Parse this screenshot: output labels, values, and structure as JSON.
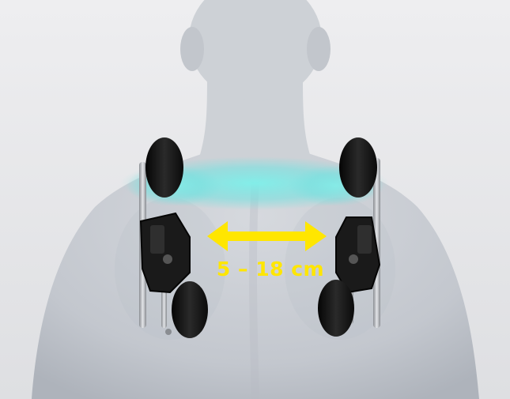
{
  "image": {
    "subject": "back-view-torso-with-shoulder-massage-rollers",
    "colors": {
      "background": "#e9e9eb",
      "skin": "#c9cdd3",
      "roller": "#161616",
      "glow": "#6fe2e0",
      "accent": "#ffe600"
    }
  },
  "annotation": {
    "range_label": "5 – 18 cm",
    "arrow_icon": "double-headed-horizontal-arrow"
  }
}
